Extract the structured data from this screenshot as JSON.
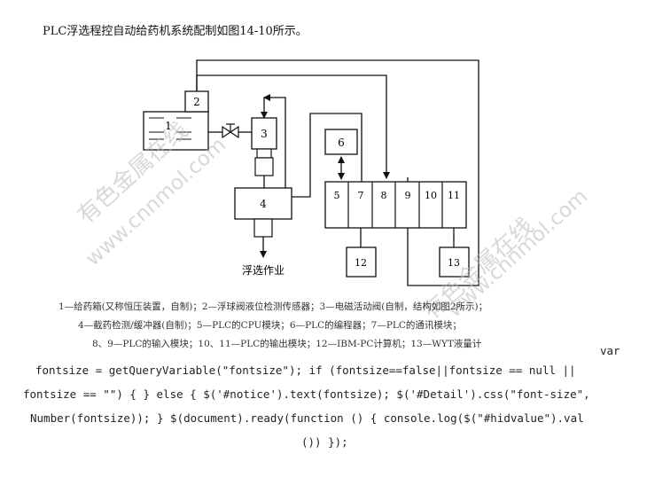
{
  "heading": "PLC浮选程控自动给药机系统配制如图14-10所示。",
  "diagram": {
    "labels": {
      "tank": "1",
      "sensor": "2",
      "valve": "3",
      "detector": "4",
      "programmer": "6",
      "mod5": "5",
      "mod7": "7",
      "mod8": "8",
      "mod9": "9",
      "mod10": "10",
      "mod11": "11",
      "pc": "12",
      "wyt": "13",
      "output": "浮选作业"
    }
  },
  "legend": [
    "1—给药箱(又称恒压装置，自制)；2—浮球阀液位检测传感器；3—电磁活动阀(自制，结构如图2所示)；",
    "4—截药检测/缓冲器(自制)；5—PLC的CPU模块；6—PLC的编程器；7—PLC的通讯模块；",
    "8、9—PLC的输入模块；10、11—PLC的输出模块；12—IBM-PC计算机；13—WYT液量计"
  ],
  "watermarks": [
    "有色金属在线",
    "www.cnnmol.com"
  ],
  "code_lines": [
    "var",
    "fontsize = getQueryVariable(\"fontsize\"); if (fontsize==false||fontsize == null ||",
    "fontsize == \"\") { } else { $('#notice').text(fontsize); $('#Detail').css(\"font-size\",",
    "Number(fontsize)); } $(document).ready(function () { console.log($(\"#hidvalue\").val",
    "()) });"
  ]
}
